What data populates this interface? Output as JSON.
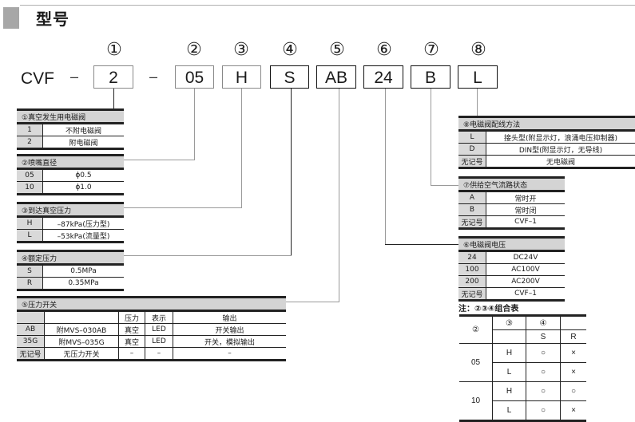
{
  "section_title": "型号",
  "model": {
    "prefix": "CVF",
    "dash": "–",
    "codes": [
      {
        "num": "①",
        "value": "2"
      },
      {
        "num": "②",
        "value": "05"
      },
      {
        "num": "③",
        "value": "H"
      },
      {
        "num": "④",
        "value": "S"
      },
      {
        "num": "⑤",
        "value": "AB"
      },
      {
        "num": "⑥",
        "value": "24"
      },
      {
        "num": "⑦",
        "value": "B"
      },
      {
        "num": "⑧",
        "value": "L"
      }
    ]
  },
  "tables": {
    "t1": {
      "title": "①真空发生用电磁阀",
      "rows": [
        [
          "1",
          "不附电磁阀"
        ],
        [
          "2",
          "附电磁阀"
        ]
      ]
    },
    "t2": {
      "title": "②喷嘴直径",
      "rows": [
        [
          "05",
          "ϕ0.5"
        ],
        [
          "10",
          "ϕ1.0"
        ]
      ]
    },
    "t3": {
      "title": "③到达真空压力",
      "rows": [
        [
          "H",
          "–87kPa(压力型)"
        ],
        [
          "L",
          "–53kPa(流量型)"
        ]
      ]
    },
    "t4": {
      "title": "④额定压力",
      "rows": [
        [
          "S",
          "0.5MPa"
        ],
        [
          "R",
          "0.35MPa"
        ]
      ]
    },
    "t5": {
      "title": "⑤压力开关",
      "columns": [
        "",
        "",
        "压力",
        "表示",
        "输出"
      ],
      "rows": [
        [
          "AB",
          "附MVS–030AB",
          "真空",
          "LED",
          "开关输出"
        ],
        [
          "35G",
          "附MVS–035G",
          "真空",
          "LED",
          "开关，模拟输出"
        ],
        [
          "无记号",
          "无压力开关",
          "–",
          "–",
          "–"
        ]
      ]
    },
    "t6": {
      "title": "⑥电磁阀电压",
      "rows": [
        [
          "24",
          "DC24V"
        ],
        [
          "100",
          "AC100V"
        ],
        [
          "200",
          "AC200V"
        ],
        [
          "无记号",
          "CVF–1"
        ]
      ]
    },
    "t7": {
      "title": "⑦供给空气流路状态",
      "rows": [
        [
          "A",
          "常时开"
        ],
        [
          "B",
          "常时闭"
        ],
        [
          "无记号",
          "CVF–1"
        ]
      ]
    },
    "t8": {
      "title": "⑧电磁阀配线方法",
      "rows": [
        [
          "L",
          "接头型(附显示灯，浪涌电压抑制器)"
        ],
        [
          "D",
          "DIN型(附显示灯，无导线)"
        ],
        [
          "无记号",
          "无电磁阀"
        ]
      ]
    }
  },
  "combo": {
    "note": "注：②③④组合表",
    "h2": "②",
    "h3": "③",
    "h4": "④",
    "sub_s": "S",
    "sub_r": "R",
    "rows": [
      {
        "d": "05",
        "p": "H",
        "s": "○",
        "r": "×"
      },
      {
        "d": "",
        "p": "L",
        "s": "○",
        "r": "×"
      },
      {
        "d": "10",
        "p": "H",
        "s": "○",
        "r": "○"
      },
      {
        "d": "",
        "p": "L",
        "s": "○",
        "r": "×"
      }
    ]
  }
}
